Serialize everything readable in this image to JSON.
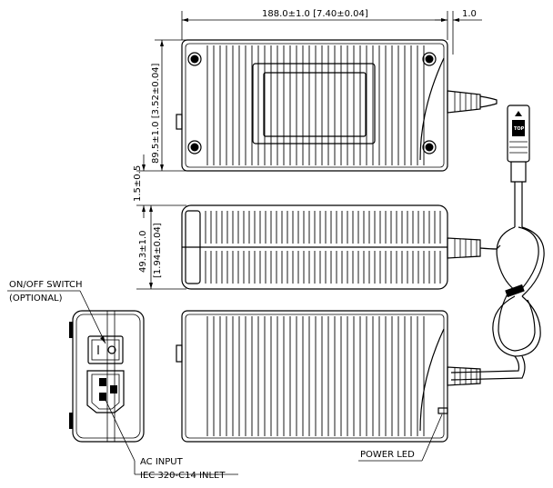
{
  "dimensions": {
    "length": "188.0±1.0 [7.40±0.04]",
    "gap": "1.0",
    "width": "89.5±1.0 [3.52±0.04]",
    "spacing": "1.5±0.5",
    "height": "49.3±1.0",
    "height_in": "[1.94±0.04]"
  },
  "callouts": {
    "switch_line1": "ON/OFF SWITCH",
    "switch_line2": "(OPTIONAL)",
    "ac_line1": "AC INPUT",
    "ac_line2": "IEC 320-C14 INLET",
    "power_led": "POWER LED"
  },
  "connector": {
    "top_marking": "TOP"
  }
}
